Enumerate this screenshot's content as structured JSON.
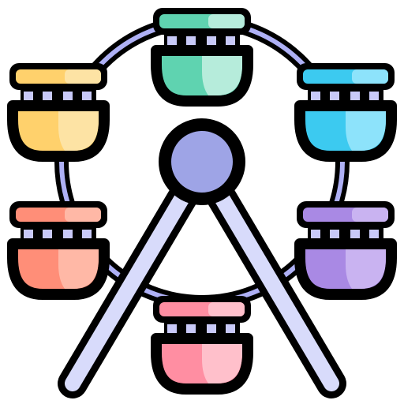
{
  "icon": {
    "name": "ferris-wheel-icon",
    "outline_color": "#000000",
    "wheel_color": "#aeb0f5",
    "frame_color": "#d8dbfb",
    "hub_color": "#9ea4e6",
    "connector_color": "#c8c9f8"
  },
  "gondolas": [
    {
      "name": "gondola-top",
      "roof": "#5fd3b0",
      "roof_light": "#b6ecdb",
      "body": "#5fd3b0",
      "body_light": "#b6ecdb"
    },
    {
      "name": "gondola-top-right",
      "roof": "#3ccaf0",
      "roof_light": "#8de3fb",
      "body": "#3ccaf0",
      "body_light": "#8de3fb"
    },
    {
      "name": "gondola-bottom-right",
      "roof": "#a989e4",
      "roof_light": "#c9b3f1",
      "body": "#a989e4",
      "body_light": "#c9b3f1"
    },
    {
      "name": "gondola-bottom",
      "roof": "#ff8ea2",
      "roof_light": "#ffc0cb",
      "body": "#ff8ea2",
      "body_light": "#ffc0cb"
    },
    {
      "name": "gondola-bottom-left",
      "roof": "#ff8e78",
      "roof_light": "#ffb8a6",
      "body": "#ff8e78",
      "body_light": "#ffb8a6"
    },
    {
      "name": "gondola-top-left",
      "roof": "#ffd16c",
      "roof_light": "#fde3a4",
      "body": "#ffd16c",
      "body_light": "#fde3a4"
    }
  ]
}
